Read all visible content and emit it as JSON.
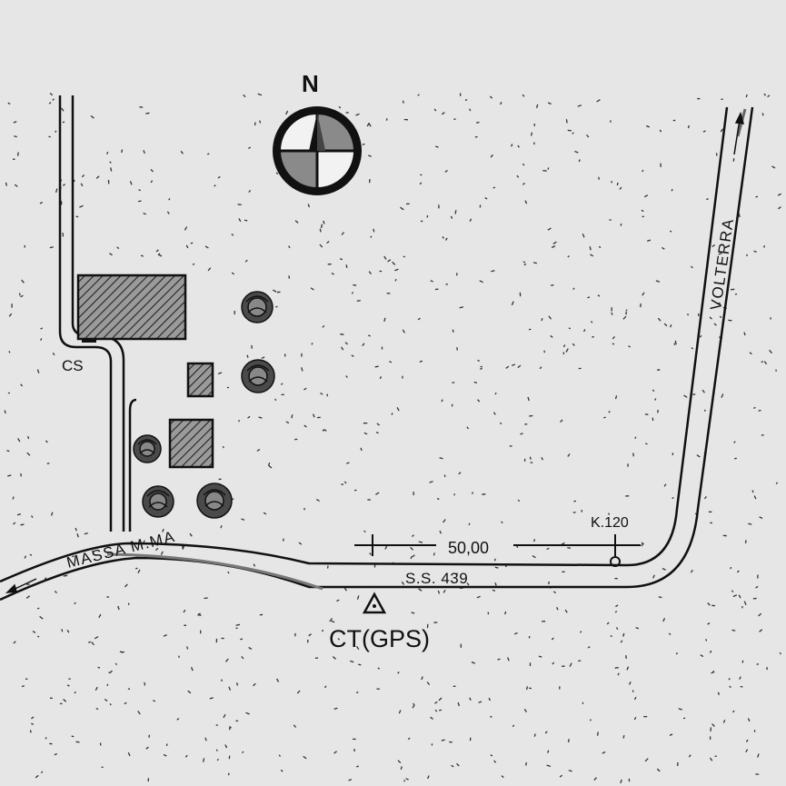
{
  "map": {
    "north_label": "N",
    "labels": {
      "cs": "CS",
      "massa": "MASSA M.MA",
      "ss": "S.S. 439",
      "volterra": "VOLTERRA",
      "distance": "50,00",
      "km": "K.120",
      "control_point": "CT(GPS)"
    },
    "icons": {
      "compass": "compass-rose-icon",
      "survey_point": "triangle-marker-icon",
      "km_marker": "circle-marker-icon"
    },
    "colors": {
      "background": "#e6e6e6",
      "ink": "#111111",
      "building_fill": "#8a8a8a"
    }
  }
}
